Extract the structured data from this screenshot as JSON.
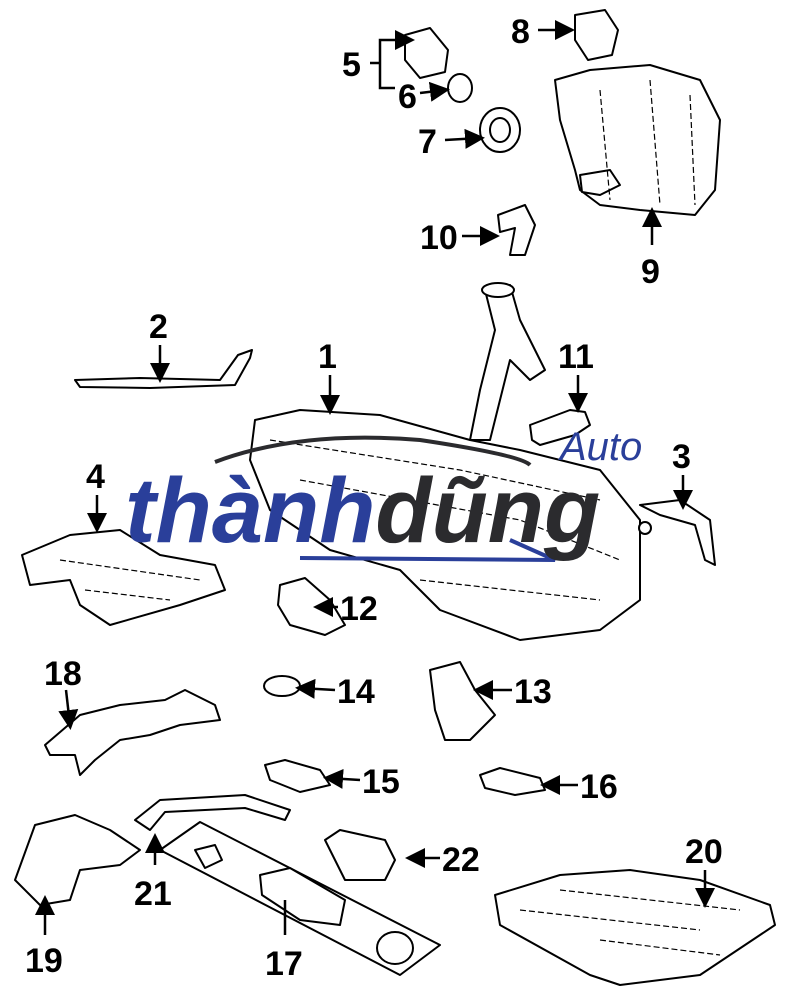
{
  "diagram": {
    "callouts": [
      "1",
      "2",
      "3",
      "4",
      "5",
      "6",
      "7",
      "8",
      "9",
      "10",
      "11",
      "12",
      "13",
      "14",
      "15",
      "16",
      "17",
      "18",
      "19",
      "20",
      "21",
      "22"
    ]
  },
  "watermark": {
    "brand_part1": "thành",
    "brand_part2": "dũng",
    "brand_suffix": "Auto",
    "colors": {
      "primary": "#2a3f9a",
      "secondary": "#2b2b2e"
    }
  }
}
